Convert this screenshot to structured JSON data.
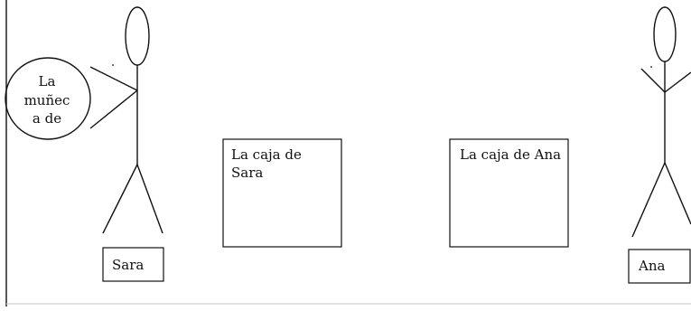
{
  "bubble": {
    "lines": [
      "La",
      "muñec",
      "a de"
    ]
  },
  "boxes": {
    "sara_box_lines": [
      "La caja de",
      "Sara"
    ],
    "ana_box_lines": [
      "La caja de Ana"
    ]
  },
  "labels": {
    "sara": "Sara",
    "ana": "Ana"
  }
}
